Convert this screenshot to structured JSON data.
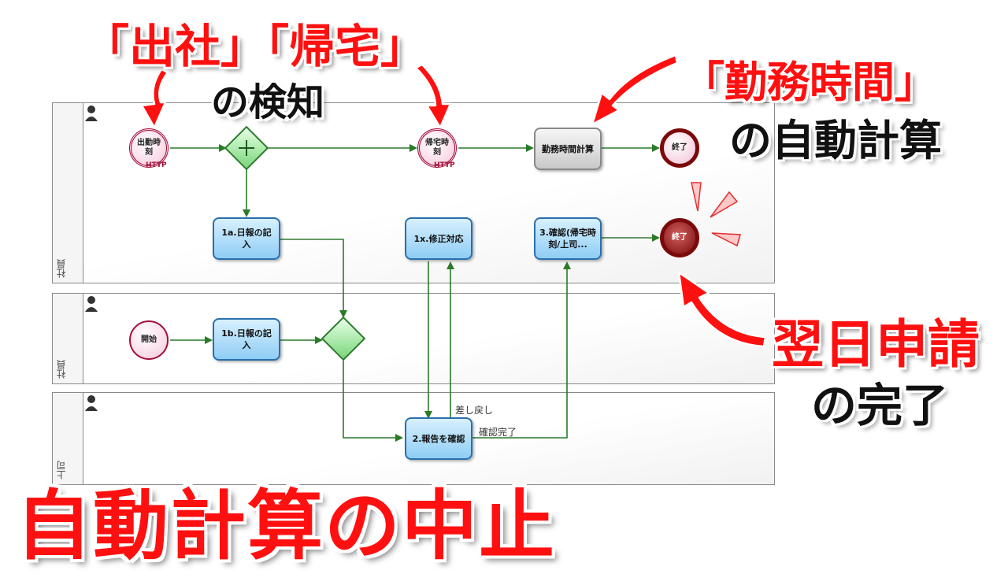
{
  "lanes": [
    {
      "label": "社員"
    },
    {
      "label": "社員"
    },
    {
      "label": "上司"
    }
  ],
  "events": {
    "clock_in": {
      "label": "出勤時刻",
      "tag": "HTTP"
    },
    "clock_out": {
      "label": "帰宅時刻",
      "tag": "HTTP"
    },
    "end_top": {
      "label": "終了"
    },
    "end_mid": {
      "label": "終了"
    },
    "start": {
      "label": "開始"
    }
  },
  "tasks": {
    "work_hours": "勤務時間計算",
    "report_1a": "1a.日報の記入",
    "fix_1x": "1x.修正対応",
    "confirm_3": "3.確認(帰宅時刻/上司...",
    "report_1b": "1b.日報の記入",
    "check_2": "2.報告を確認"
  },
  "flow_labels": {
    "send_back": "差し戻し",
    "confirmed": "確認完了"
  },
  "callouts": {
    "detect_title": "「出社」「帰宅」",
    "detect_sub": "の検知",
    "calc_title": "「勤務時間」",
    "calc_sub": "の自動計算",
    "next_day_title": "翌日申請",
    "next_day_sub": "の完了"
  },
  "headline": "自動計算の中止",
  "colors": {
    "accent_red": "#ff1010",
    "task_blue": "#8fcdf5",
    "gateway_green": "#7ad67a",
    "event_pink": "#f6c6dc",
    "end_maroon": "#7a0a0a",
    "flow_green": "#2a7a2a"
  }
}
